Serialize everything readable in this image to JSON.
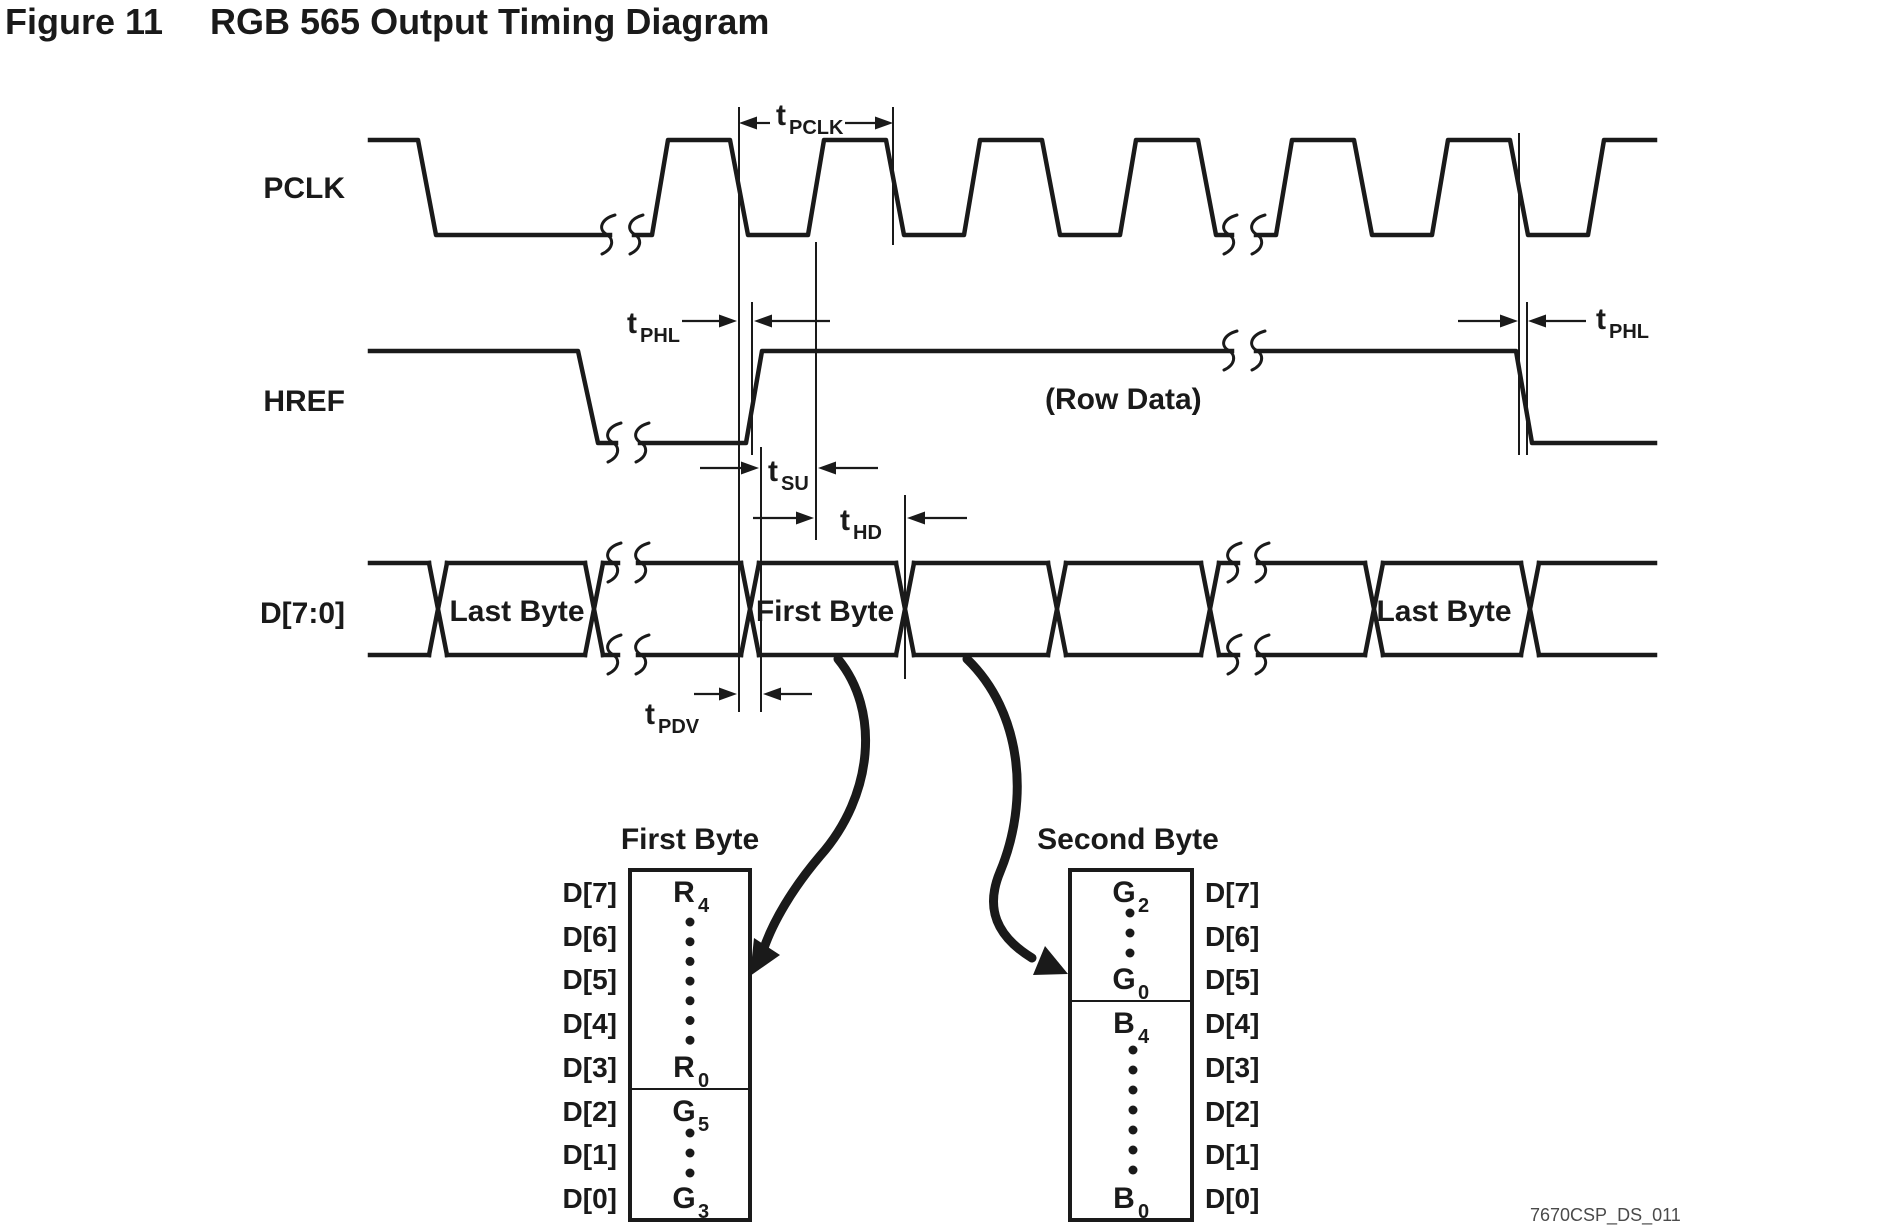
{
  "title": {
    "label": "Figure 11",
    "text": "RGB 565 Output Timing Diagram"
  },
  "signals": {
    "pclk": "PCLK",
    "href": "HREF",
    "data_bus": "D[7:0]"
  },
  "bus": {
    "last_byte_left": "Last Byte",
    "first_byte": "First Byte",
    "last_byte_right": "Last Byte"
  },
  "annotations": {
    "row_data": "(Row Data)"
  },
  "timing": {
    "t_pclk": {
      "base": "t",
      "sub": "PCLK"
    },
    "t_phl_left": {
      "base": "t",
      "sub": "PHL"
    },
    "t_su": {
      "base": "t",
      "sub": "SU"
    },
    "t_hd": {
      "base": "t",
      "sub": "HD"
    },
    "t_pdv": {
      "base": "t",
      "sub": "PDV"
    },
    "t_phl_right": {
      "base": "t",
      "sub": "PHL"
    }
  },
  "tables": [
    {
      "header": "First Byte",
      "bits": [
        "D[7]",
        "D[6]",
        "D[5]",
        "D[4]",
        "D[3]",
        "D[2]",
        "D[1]",
        "D[0]"
      ],
      "cells": [
        {
          "base": "R",
          "sub": "4"
        },
        {
          "base": "R",
          "sub": "0"
        },
        {
          "base": "G",
          "sub": "5"
        },
        {
          "base": "G",
          "sub": "3"
        }
      ],
      "dots": [
        7,
        3
      ],
      "divider_after_row": 5
    },
    {
      "header": "Second Byte",
      "bits": [
        "D[7]",
        "D[6]",
        "D[5]",
        "D[4]",
        "D[3]",
        "D[2]",
        "D[1]",
        "D[0]"
      ],
      "cells": [
        {
          "base": "G",
          "sub": "2"
        },
        {
          "base": "G",
          "sub": "0"
        },
        {
          "base": "B",
          "sub": "4"
        },
        {
          "base": "B",
          "sub": "0"
        }
      ],
      "dots": [
        3,
        7
      ],
      "divider_after_row": 3
    }
  ],
  "footer": "7670CSP_DS_011",
  "colors": {
    "ink": "#1a1a1a",
    "bg": "#ffffff",
    "footer_text": "#4a4a4a"
  }
}
